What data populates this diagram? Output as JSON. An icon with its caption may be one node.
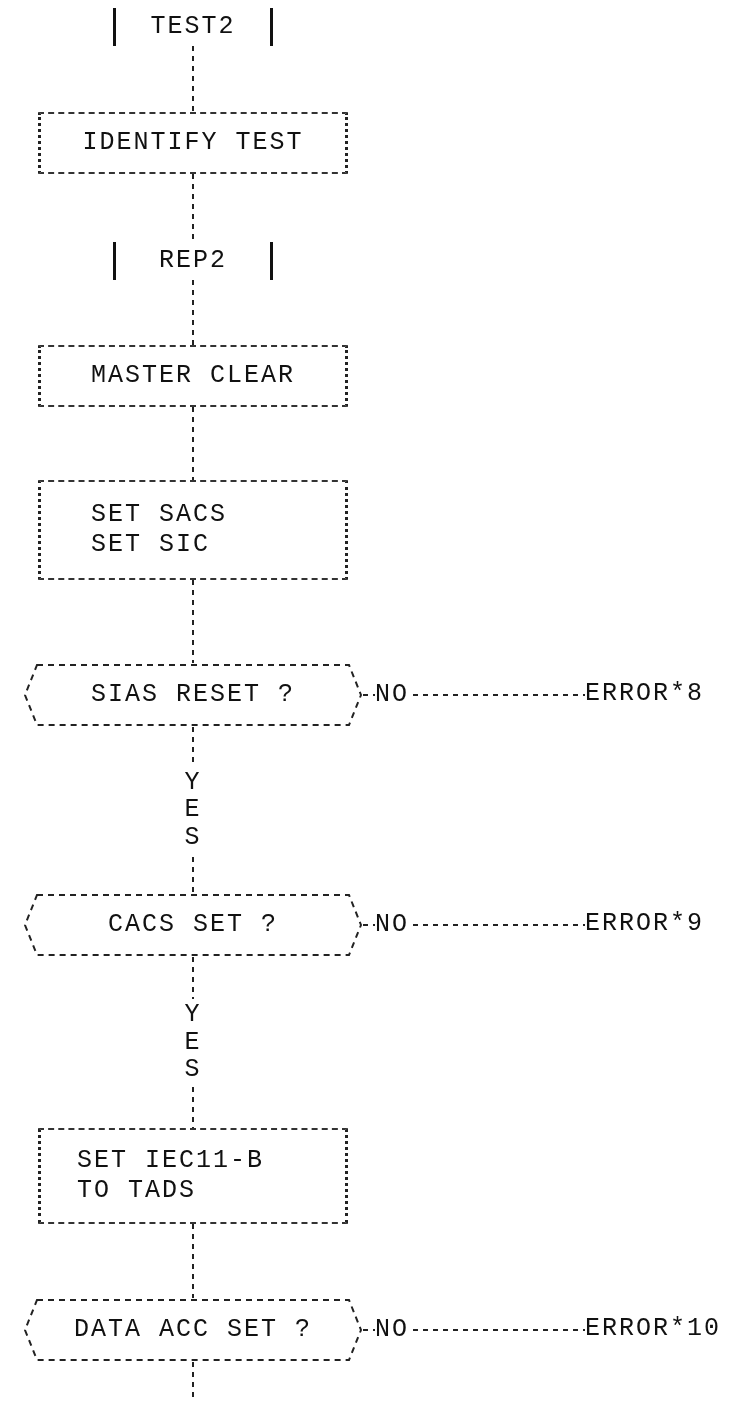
{
  "diagram": {
    "nodes": [
      {
        "text": [
          "TEST2"
        ]
      },
      {
        "text": [
          "IDENTIFY TEST"
        ]
      },
      {
        "text": [
          "REP2"
        ]
      },
      {
        "text": [
          "MASTER CLEAR"
        ]
      },
      {
        "text": [
          "SET SACS",
          "SET SIC"
        ]
      },
      {
        "text": [
          "SIAS RESET ?"
        ]
      },
      {
        "text": [
          "ERROR*8"
        ]
      },
      {
        "text": [
          "CACS SET ?"
        ]
      },
      {
        "text": [
          "ERROR*9"
        ]
      },
      {
        "text": [
          "SET IEC11-B TO TADS"
        ]
      },
      {
        "text": [
          "DATA ACC SET ?"
        ]
      },
      {
        "text": [
          "ERROR*10"
        ]
      }
    ],
    "edges": [
      {
        "from": 0,
        "to": 1,
        "arrow": "none"
      },
      {
        "from": 1,
        "to": 2,
        "arrow": "none"
      },
      {
        "from": 2,
        "to": 3,
        "arrow": "none"
      },
      {
        "from": 3,
        "to": 4,
        "arrow": "none"
      },
      {
        "from": 4,
        "to": 5,
        "arrow": "none"
      },
      {
        "from": 5,
        "to": 6,
        "arrow": "none",
        "label": "NO"
      },
      {
        "from": 5,
        "to": 7,
        "arrow": "none",
        "label": "YES"
      },
      {
        "from": 7,
        "to": 8,
        "arrow": "none",
        "label": "NO"
      },
      {
        "from": 7,
        "to": 9,
        "arrow": "none",
        "label": "YES"
      },
      {
        "from": 9,
        "to": 10,
        "arrow": "none"
      },
      {
        "from": 10,
        "to": 11,
        "arrow": "none",
        "label": "NO"
      },
      {
        "from": 10,
        "to": null,
        "arrow": "none"
      }
    ]
  }
}
